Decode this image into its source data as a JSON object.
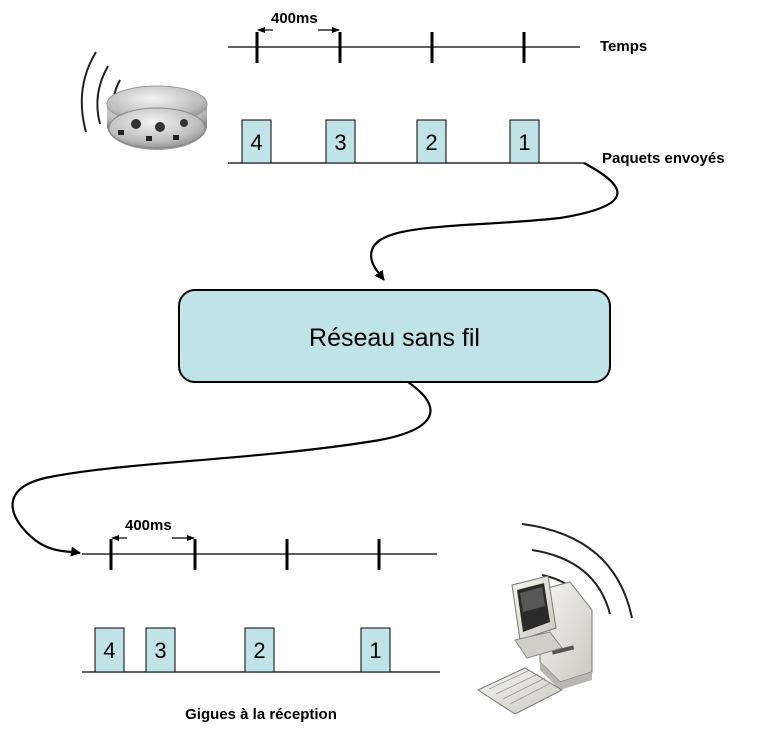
{
  "colors": {
    "packet_fill": "#bfe3e6",
    "network_fill": "#bfe3e6",
    "stroke": "#000000"
  },
  "top": {
    "interval_label": "400ms",
    "time_axis_label": "Temps",
    "packets_label": "Paquets envoyés",
    "packets": [
      "4",
      "3",
      "2",
      "1"
    ],
    "sender_icon": "wireless-robot-icon"
  },
  "network": {
    "label": "Réseau sans fil"
  },
  "bottom": {
    "interval_label": "400ms",
    "caption": "Gigues à la réception",
    "packets": [
      "4",
      "3",
      "2",
      "1"
    ],
    "receiver_icon": "wireless-computer-icon"
  }
}
